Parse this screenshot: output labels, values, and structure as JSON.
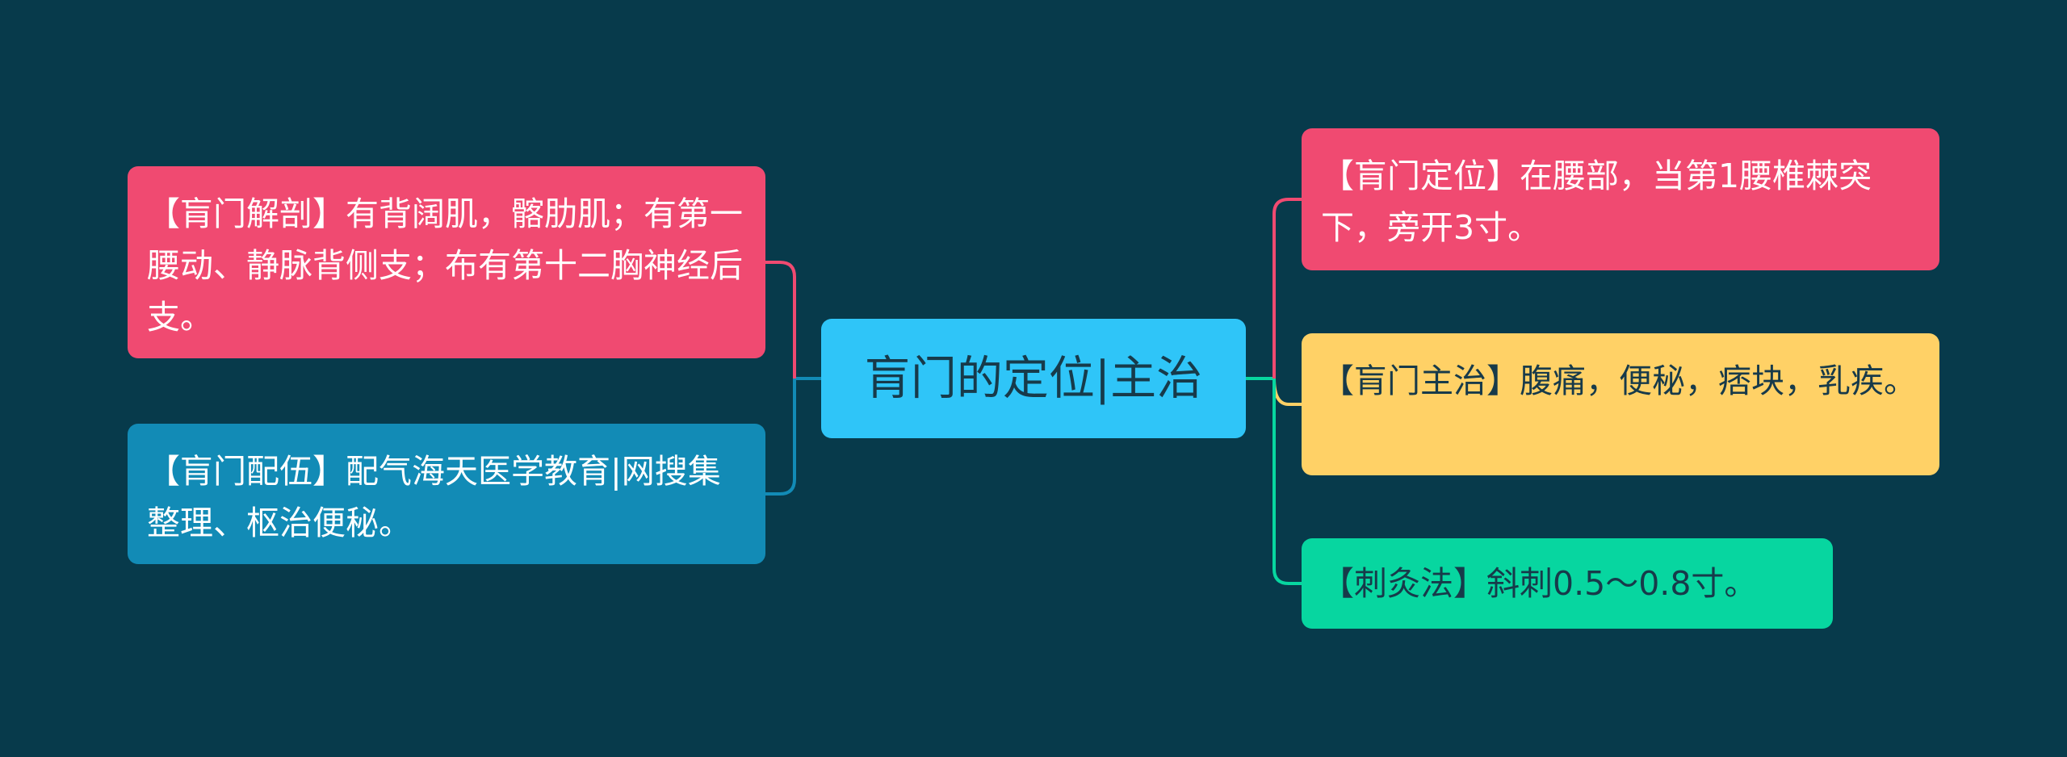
{
  "mindmap": {
    "center": {
      "text": "肓门的定位|主治",
      "color": "#2fc5f8"
    },
    "left_branches": [
      {
        "text": "【肓门解剖】有背阔肌，髂肋肌；有第一腰动、静脉背侧支；布有第十二胸神经后支。",
        "color": "#f04a71"
      },
      {
        "text": "【肓门配伍】配气海天医学教育|网搜集整理、枢治便秘。",
        "color": "#128bb6"
      }
    ],
    "right_branches": [
      {
        "text": "【肓门定位】在腰部，当第1腰椎棘突下，旁开3寸。",
        "color": "#f04a71"
      },
      {
        "text": "【肓门主治】腹痛，便秘，痞块，乳疾。",
        "color": "#ffd166"
      },
      {
        "text": "【刺灸法】斜刺0.5～0.8寸。",
        "color": "#07d6a0"
      }
    ]
  },
  "colors": {
    "background": "#073a4b"
  }
}
